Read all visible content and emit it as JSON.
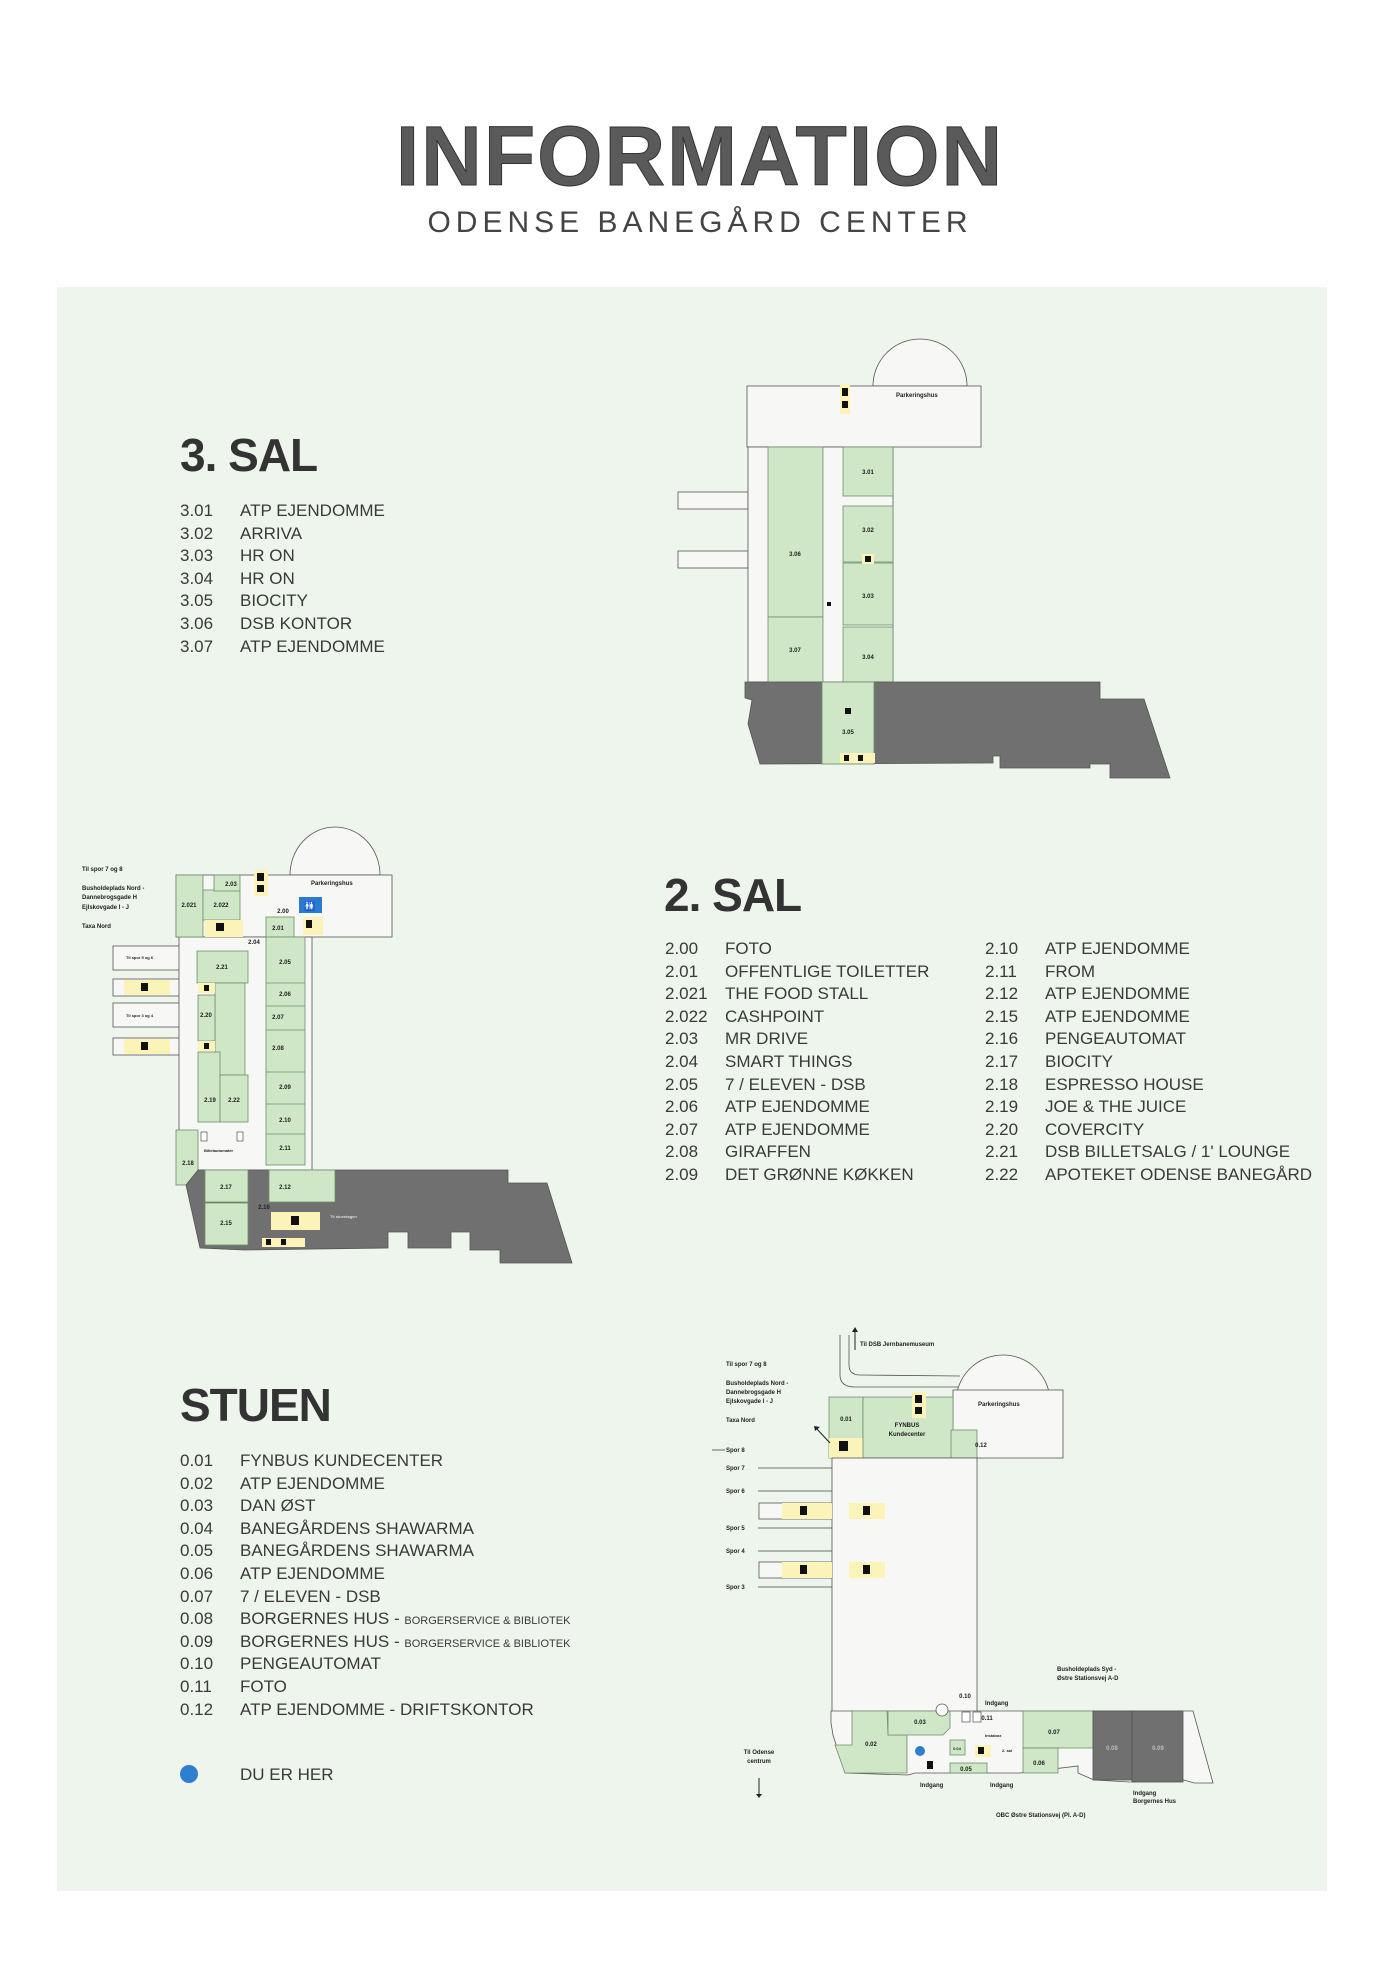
{
  "header": {
    "title": "INFORMATION",
    "subtitle": "ODENSE BANEGÅRD CENTER"
  },
  "floor3": {
    "heading": "3. SAL",
    "items": [
      [
        "3.01",
        "ATP EJENDOMME"
      ],
      [
        "3.02",
        "ARRIVA"
      ],
      [
        "3.03",
        "HR ON"
      ],
      [
        "3.04",
        "HR ON"
      ],
      [
        "3.05",
        "BIOCITY"
      ],
      [
        "3.06",
        "DSB KONTOR"
      ],
      [
        "3.07",
        "ATP EJENDOMME"
      ]
    ],
    "map": {
      "parking": "Parkeringshus"
    }
  },
  "floor2": {
    "heading": "2. SAL",
    "items": [
      [
        "2.00",
        "FOTO"
      ],
      [
        "2.01",
        "OFFENTLIGE TOILETTER"
      ],
      [
        "2.021",
        "THE FOOD STALL"
      ],
      [
        "2.022",
        "CASHPOINT"
      ],
      [
        "2.03",
        "MR DRIVE"
      ],
      [
        "2.04",
        "SMART THINGS"
      ],
      [
        "2.05",
        "7 / ELEVEN - DSB"
      ],
      [
        "2.06",
        "ATP EJENDOMME"
      ],
      [
        "2.07",
        "ATP EJENDOMME"
      ],
      [
        "2.08",
        "GIRAFFEN"
      ],
      [
        "2.09",
        "DET GRØNNE KØKKEN"
      ],
      [
        "2.10",
        "ATP EJENDOMME"
      ],
      [
        "2.11",
        "FROM"
      ],
      [
        "2.12",
        "ATP EJENDOMME"
      ],
      [
        "2.15",
        "ATP EJENDOMME"
      ],
      [
        "2.16",
        "PENGEAUTOMAT"
      ],
      [
        "2.17",
        "BIOCITY"
      ],
      [
        "2.18",
        "ESPRESSO HOUSE"
      ],
      [
        "2.19",
        "JOE & THE JUICE"
      ],
      [
        "2.20",
        "COVERCITY"
      ],
      [
        "2.21",
        "DSB BILLETSALG / 1' LOUNGE"
      ],
      [
        "2.22",
        "APOTEKET ODENSE BANEGÅRD"
      ]
    ],
    "map": {
      "parking": "Parkeringshus",
      "spor78": "Til spor 7 og 8",
      "bus1": "Busholdeplads Nord -",
      "bus2": "Dannebrogsgade H",
      "bus3": "Ejlskovgade I - J",
      "taxa": "Taxa Nord",
      "spor56": "Til spor 5 og 6",
      "spor34": "Til spor 3 og 4",
      "billet": "Billetautomater",
      "stuen": "Til stueetagen"
    }
  },
  "stuen": {
    "heading": "STUEN",
    "items": [
      [
        "0.01",
        "FYNBUS KUNDECENTER",
        ""
      ],
      [
        "0.02",
        "ATP EJENDOMME",
        ""
      ],
      [
        "0.03",
        "DAN ØST",
        ""
      ],
      [
        "0.04",
        "BANEGÅRDENS SHAWARMA",
        ""
      ],
      [
        "0.05",
        "BANEGÅRDENS SHAWARMA",
        ""
      ],
      [
        "0.06",
        "ATP EJENDOMME",
        ""
      ],
      [
        "0.07",
        "7 / ELEVEN - DSB",
        ""
      ],
      [
        "0.08",
        "BORGERNES HUS - ",
        "BORGERSERVICE & BIBLIOTEK"
      ],
      [
        "0.09",
        "BORGERNES HUS - ",
        "BORGERSERVICE & BIBLIOTEK"
      ],
      [
        "0.10",
        "PENGEAUTOMAT",
        ""
      ],
      [
        "0.11",
        "FOTO",
        ""
      ],
      [
        "0.12",
        "ATP EJENDOMME - DRIFTSKONTOR",
        ""
      ]
    ],
    "legend": "DU ER HER",
    "legend_color": "#2f7fd0",
    "map": {
      "museum": "Til DSB Jernbanemuseum",
      "spor78": "Til spor 7 og 8",
      "bus1": "Busholdeplads Nord -",
      "bus2": "Dannebrogsgade H",
      "bus3": "Ejlskovgade I - J",
      "taxa": "Taxa Nord",
      "spor8": "Spor 8",
      "spor7": "Spor 7",
      "spor6": "Spor 6",
      "spor5": "Spor 5",
      "spor4": "Spor 4",
      "spor3": "Spor 3",
      "parking": "Parkeringshus",
      "fynbus1": "FYNBUS",
      "fynbus2": "Kundecenter",
      "centrum1": "Til Odense",
      "centrum2": "centrum",
      "syd1": "Busholdeplads Syd -",
      "syd2": "Østre Stationsvej A-D",
      "indgang": "Indgang",
      "instabox": "Instabox",
      "sal2": "2. sal",
      "borgernes": "Borgernes Hus",
      "obc": "OBC Østre Stationsvej (Pl. A-D)"
    }
  }
}
